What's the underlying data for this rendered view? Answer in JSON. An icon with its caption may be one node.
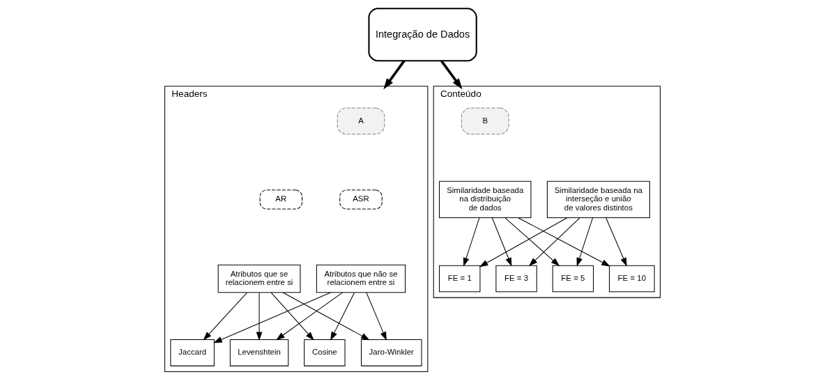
{
  "diagram": {
    "nodes": [
      {
        "text": [
          "Integração de Dados"
        ]
      },
      {
        "text": [
          "Headers"
        ]
      },
      {
        "text": [
          "A"
        ],
        "in": 1
      },
      {
        "text": [
          "AR"
        ],
        "in": 1
      },
      {
        "text": [
          "Atributos que se relacionem entre si"
        ],
        "in": 1
      },
      {
        "text": [
          "ASR"
        ],
        "in": 1
      },
      {
        "text": [
          "Atributos que não se relacionem entre si"
        ],
        "in": 1
      },
      {
        "text": [
          "Jaccard"
        ],
        "in": 1
      },
      {
        "text": [
          "Levenshtein"
        ],
        "in": 1
      },
      {
        "text": [
          "Cosine"
        ],
        "in": 1
      },
      {
        "text": [
          "Jaro-Winkler"
        ],
        "in": 1
      },
      {
        "text": [
          "Conteúdo"
        ]
      },
      {
        "text": [
          "B"
        ],
        "in": 11
      },
      {
        "text": [
          "Similaridade baseada na distribuição de dados"
        ],
        "in": 11
      },
      {
        "text": [
          "Similaridade baseada na interseção e união de valores distintos"
        ],
        "in": 11
      },
      {
        "text": [
          "FE = 1"
        ],
        "in": 11
      },
      {
        "text": [
          "FE = 3"
        ],
        "in": 11
      },
      {
        "text": [
          "FE = 5"
        ],
        "in": 11
      },
      {
        "text": [
          "FE = 10"
        ],
        "in": 11
      }
    ],
    "edges": [
      {
        "from": 0,
        "to": 1,
        "arrow": "to",
        "style": "thick"
      },
      {
        "from": 0,
        "to": 11,
        "arrow": "to",
        "style": "thick"
      },
      {
        "from": 4,
        "to": 7,
        "arrow": "to"
      },
      {
        "from": 4,
        "to": 8,
        "arrow": "to"
      },
      {
        "from": 4,
        "to": 9,
        "arrow": "to"
      },
      {
        "from": 4,
        "to": 10,
        "arrow": "to"
      },
      {
        "from": 6,
        "to": 7,
        "arrow": "to"
      },
      {
        "from": 6,
        "to": 8,
        "arrow": "to"
      },
      {
        "from": 6,
        "to": 9,
        "arrow": "to"
      },
      {
        "from": 6,
        "to": 10,
        "arrow": "to"
      },
      {
        "from": 13,
        "to": 15,
        "arrow": "to"
      },
      {
        "from": 13,
        "to": 16,
        "arrow": "to"
      },
      {
        "from": 13,
        "to": 17,
        "arrow": "to"
      },
      {
        "from": 13,
        "to": 18,
        "arrow": "to"
      },
      {
        "from": 14,
        "to": 15,
        "arrow": "to"
      },
      {
        "from": 14,
        "to": 16,
        "arrow": "to"
      },
      {
        "from": 14,
        "to": 17,
        "arrow": "to"
      },
      {
        "from": 14,
        "to": 18,
        "arrow": "to"
      }
    ]
  }
}
